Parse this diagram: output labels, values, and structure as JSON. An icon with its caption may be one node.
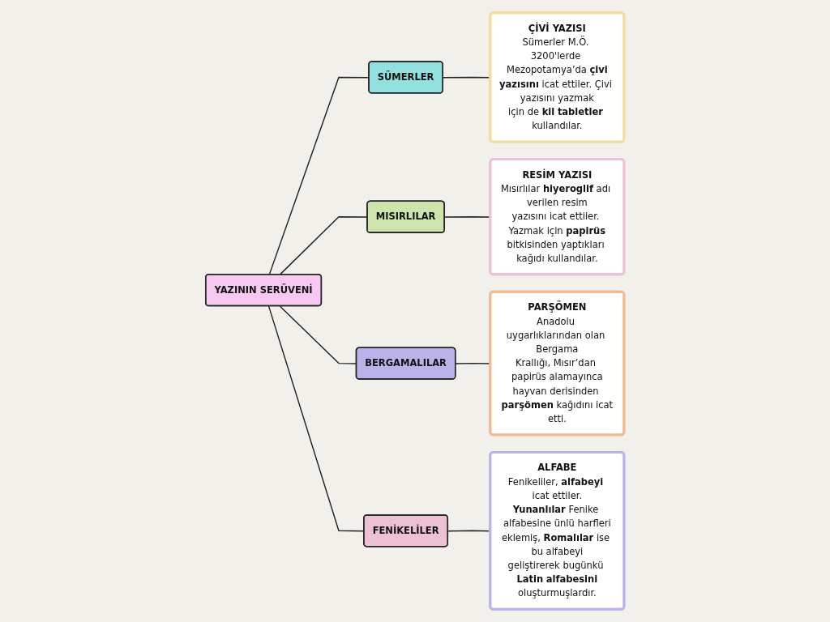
{
  "diagram": {
    "nodes": [
      {
        "text": [
          "YAZININ SERÜVENİ"
        ]
      },
      {
        "text": [
          "SÜMERLER"
        ]
      },
      {
        "text": [
          "MISIRLILAR"
        ]
      },
      {
        "text": [
          "BERGAMALILAR"
        ]
      },
      {
        "text": [
          "FENİKELİLER"
        ]
      },
      {
        "text": [
          "ÇİVİ YAZISI",
          "Sümerler M.Ö. 3200'lerde Mezopotamya’da **çivi yazısını** icat ettiler. Çivi yazısını yazmak için de **kil tabletler** kullandılar."
        ]
      },
      {
        "text": [
          "RESİM YAZISI",
          "Mısırlılar **hiyeroglif** adı verilen resim yazısını icat ettiler. Yazmak için **papirüs** bitkisinden yaptıkları kağıdı kullandılar."
        ]
      },
      {
        "text": [
          "PARŞÖMEN",
          "Anadolu uygarlıklarından olan Bergama Krallığı, Mısır’dan papirüs alamayınca hayvan derisinden **parşömen** kağıdını icat etti."
        ]
      },
      {
        "text": [
          "ALFABE",
          "Fenikeliler, **alfabeyi** icat ettiler. **Yunanlılar** Fenike alfabesine ünlü harfleri eklemiş, **Romalılar** ise bu alfabeyi geliştirerek bugünkü **Latin alfabesini** oluşturmuşlardır."
        ]
      }
    ],
    "edges": [
      {
        "from": 0,
        "to": 1,
        "arrow": "none"
      },
      {
        "from": 0,
        "to": 2,
        "arrow": "none"
      },
      {
        "from": 0,
        "to": 3,
        "arrow": "none"
      },
      {
        "from": 0,
        "to": 4,
        "arrow": "none"
      },
      {
        "from": 1,
        "to": 5,
        "arrow": "none"
      },
      {
        "from": 2,
        "to": 6,
        "arrow": "none"
      },
      {
        "from": 3,
        "to": 7,
        "arrow": "none"
      },
      {
        "from": 4,
        "to": 8,
        "arrow": "none"
      }
    ]
  }
}
